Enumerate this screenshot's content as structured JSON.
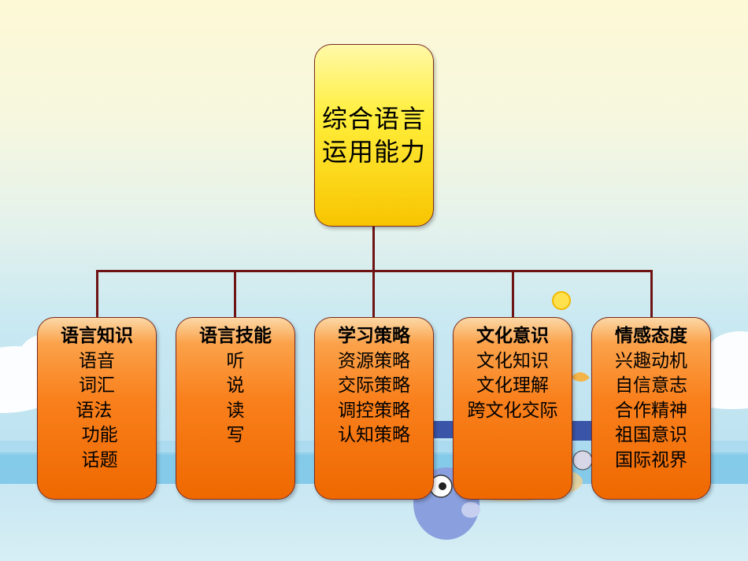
{
  "colors": {
    "root_fill": "#ffe11a",
    "child_fill": "#f9801c",
    "connector": "#6e1414",
    "border": "#7a2b1e"
  },
  "diagram": {
    "root": {
      "line1": "综合语言",
      "line2": "运用能力"
    },
    "children": [
      {
        "title": "语言知识",
        "items": [
          "语音",
          "词汇",
          "语法 ",
          " 功能",
          " 话题"
        ]
      },
      {
        "title": "语言技能",
        "items": [
          "听",
          "说",
          "读",
          "写"
        ]
      },
      {
        "title": "学习策略",
        "items": [
          "资源策略",
          "交际策略",
          "调控策略",
          "认知策略"
        ]
      },
      {
        "title": "文化意识",
        "items": [
          "文化知识",
          "文化理解",
          "跨文化交际"
        ]
      },
      {
        "title": "情感态度",
        "items": [
          "兴趣动机",
          "自信意志",
          "合作精神",
          "祖国意识",
          "国际视界"
        ]
      }
    ]
  }
}
